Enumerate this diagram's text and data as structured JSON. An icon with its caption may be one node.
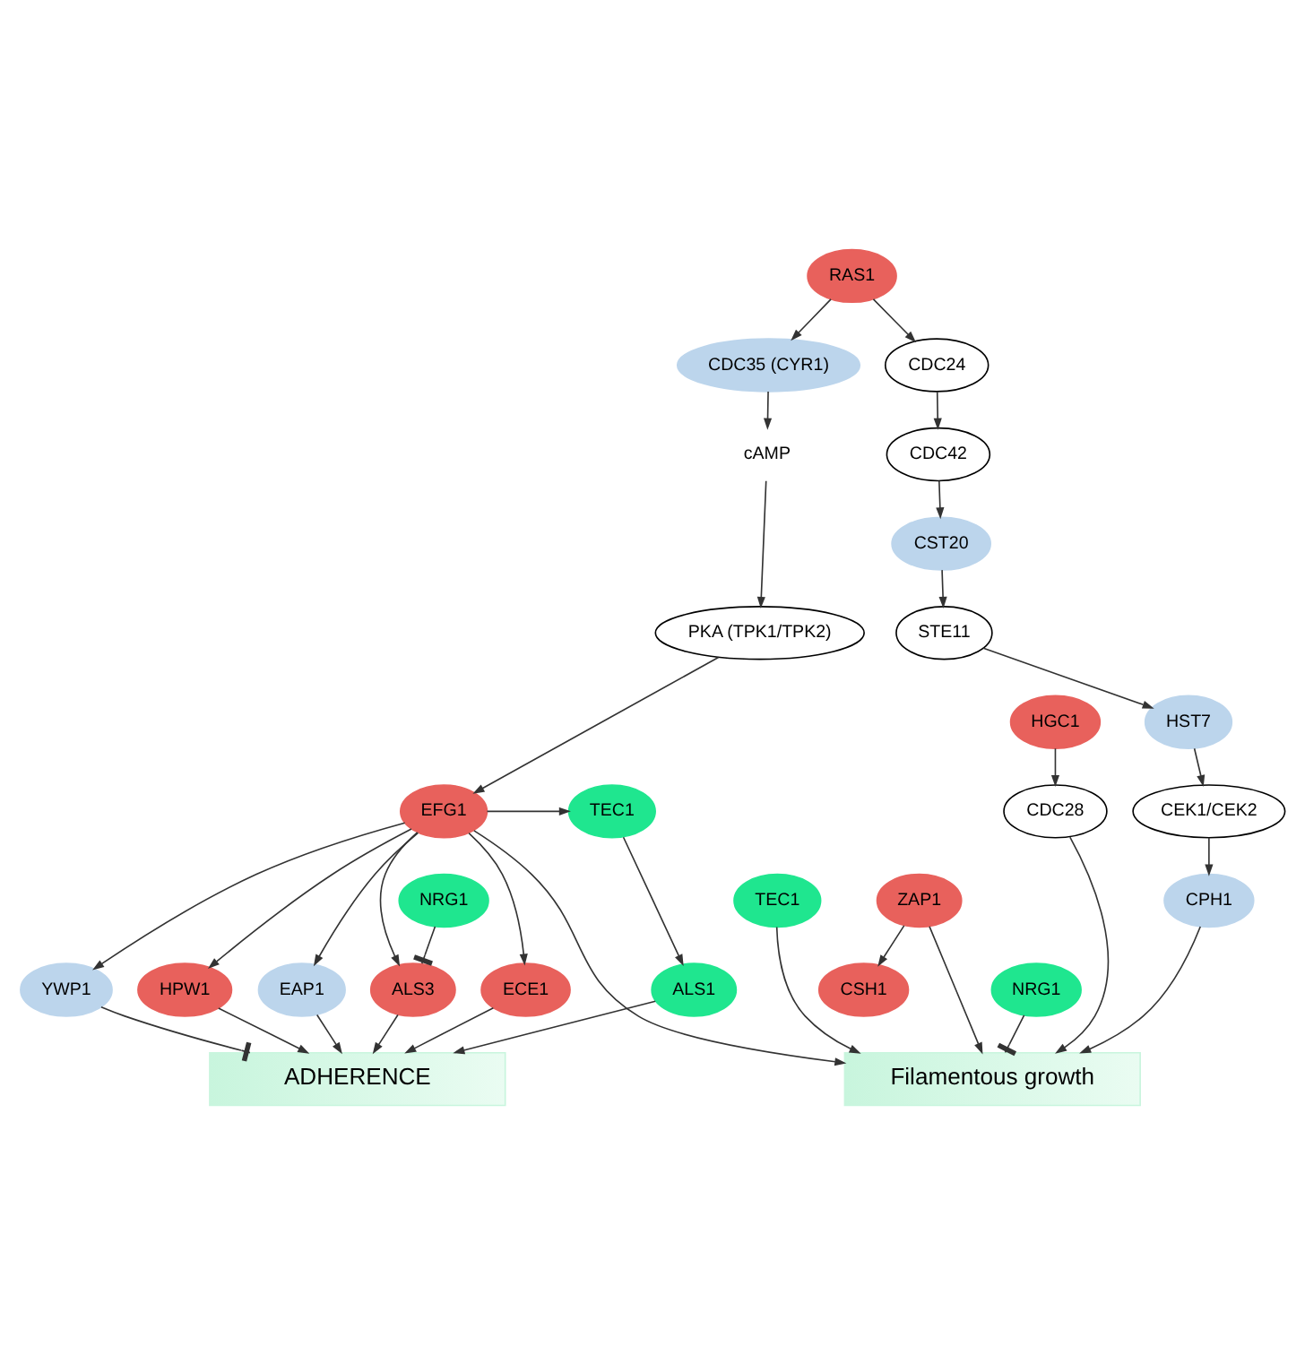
{
  "diagram": {
    "nodes": [
      {
        "text": [
          "RAS1"
        ]
      },
      {
        "text": [
          "CDC35 (CYR1)"
        ]
      },
      {
        "text": [
          "CDC24"
        ]
      },
      {
        "text": [
          "cAMP"
        ]
      },
      {
        "text": [
          "CDC42"
        ]
      },
      {
        "text": [
          "PKA (TPK1/TPK2)"
        ]
      },
      {
        "text": [
          "CST20"
        ]
      },
      {
        "text": [
          "STE11"
        ]
      },
      {
        "text": [
          "HST7"
        ]
      },
      {
        "text": [
          "HGC1"
        ]
      },
      {
        "text": [
          "TEC1"
        ]
      },
      {
        "text": [
          "EFG1"
        ]
      },
      {
        "text": [
          "NRG1"
        ]
      },
      {
        "text": [
          "CEK1/CEK2"
        ]
      },
      {
        "text": [
          "CDC28"
        ]
      },
      {
        "text": [
          "ZAP1"
        ]
      },
      {
        "text": [
          "TEC1"
        ]
      },
      {
        "text": [
          "CPH1"
        ]
      },
      {
        "text": [
          "ALS1"
        ]
      },
      {
        "text": [
          "ALS3"
        ]
      },
      {
        "text": [
          "ECE1"
        ]
      },
      {
        "text": [
          "YWP1"
        ]
      },
      {
        "text": [
          "HPW1"
        ]
      },
      {
        "text": [
          "EAP1"
        ]
      },
      {
        "text": [
          "NRG1"
        ]
      },
      {
        "text": [
          "CSH1"
        ]
      },
      {
        "text": [
          "ADHERENCE"
        ]
      },
      {
        "text": [
          "Filamentous growth"
        ]
      }
    ],
    "edges": [
      {
        "from": 0,
        "to": 1,
        "arrow": "to"
      },
      {
        "from": 0,
        "to": 2,
        "arrow": "to"
      },
      {
        "from": 1,
        "to": 3,
        "arrow": "to"
      },
      {
        "from": 3,
        "to": 5,
        "arrow": "to"
      },
      {
        "from": 5,
        "to": 11,
        "arrow": "to"
      },
      {
        "from": 2,
        "to": 4,
        "arrow": "to"
      },
      {
        "from": 4,
        "to": 6,
        "arrow": "to"
      },
      {
        "from": 6,
        "to": 7,
        "arrow": "to"
      },
      {
        "from": 7,
        "to": 8,
        "arrow": "to"
      },
      {
        "from": 8,
        "to": 13,
        "arrow": "to"
      },
      {
        "from": 13,
        "to": 17,
        "arrow": "to"
      },
      {
        "from": 9,
        "to": 14,
        "arrow": "to"
      },
      {
        "from": 11,
        "to": 10,
        "arrow": "to"
      },
      {
        "from": 10,
        "to": 18,
        "arrow": "to"
      },
      {
        "from": 12,
        "to": 19,
        "arrow": "other"
      },
      {
        "from": 11,
        "to": 19,
        "arrow": "to"
      },
      {
        "from": 11,
        "to": 20,
        "arrow": "to"
      },
      {
        "from": 11,
        "to": 22,
        "arrow": "to"
      },
      {
        "from": 11,
        "to": 21,
        "arrow": "to"
      },
      {
        "from": 11,
        "to": 23,
        "arrow": "to"
      },
      {
        "from": 11,
        "to": 27,
        "arrow": "to"
      },
      {
        "from": 15,
        "to": 25,
        "arrow": "to"
      },
      {
        "from": 18,
        "to": 26,
        "arrow": "to"
      },
      {
        "from": 19,
        "to": 26,
        "arrow": "to"
      },
      {
        "from": 20,
        "to": 26,
        "arrow": "to"
      },
      {
        "from": 22,
        "to": 26,
        "arrow": "to"
      },
      {
        "from": 21,
        "to": 26,
        "arrow": "other"
      },
      {
        "from": 23,
        "to": 26,
        "arrow": "to"
      },
      {
        "from": 16,
        "to": 27,
        "arrow": "to"
      },
      {
        "from": 17,
        "to": 27,
        "arrow": "to"
      },
      {
        "from": 24,
        "to": 27,
        "arrow": "other"
      },
      {
        "from": 14,
        "to": 27,
        "arrow": "to"
      },
      {
        "from": 15,
        "to": 27,
        "arrow": "to"
      }
    ]
  }
}
